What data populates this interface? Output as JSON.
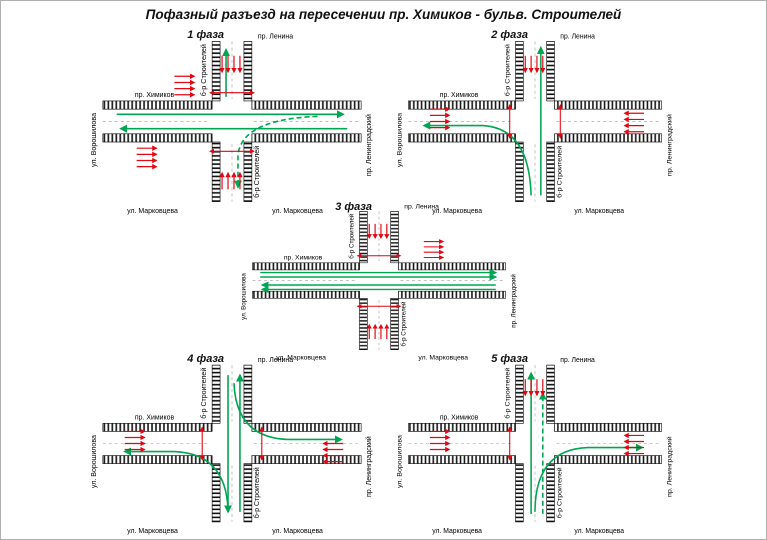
{
  "title": "Пофазный разъезд на пересечении пр. Химиков - бульв. Строителей",
  "streets": {
    "lenina": "пр. Ленина",
    "khimikov": "пр. Химиков",
    "stroiteley": "б-р Строителей",
    "voroshilova": "ул. Ворошилова",
    "leningradsky": "пр. Ленинградский",
    "markovtseva": "ул. Марковцева"
  },
  "phases": [
    {
      "label": "1 фаза"
    },
    {
      "label": "2 фаза"
    },
    {
      "label": "3 фаза"
    },
    {
      "label": "4 фаза"
    },
    {
      "label": "5 фаза"
    }
  ],
  "colors": {
    "allowed_movement_green": "#00A651",
    "stopped_movement_red": "#E30613",
    "road_hatch_black": "#111111"
  }
}
